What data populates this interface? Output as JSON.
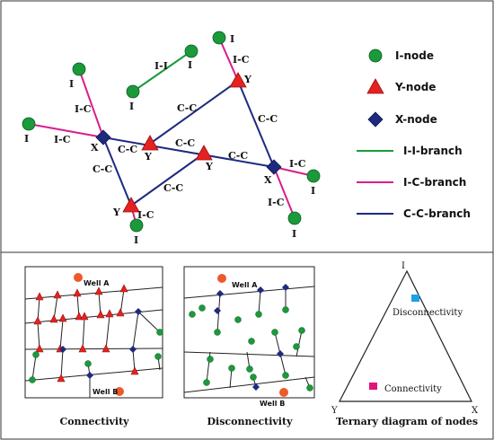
{
  "colors": {
    "i_node": "#1a9a3a",
    "y_node": "#e52220",
    "x_node": "#1e2a80",
    "ii_branch": "#1a9a3a",
    "ic_branch": "#d81e8c",
    "cc_branch": "#1e2a80",
    "well": "#ee5a2a",
    "disconnectivity": "#1ea0e6",
    "connectivity": "#e0147a"
  },
  "legend": {
    "i_node": "I-node",
    "y_node": "Y-node",
    "x_node": "X-node",
    "ii_branch": "I-I-branch",
    "ic_branch": "I-C-branch",
    "cc_branch": "C-C-branch"
  },
  "top": {
    "labels": {
      "I": "I",
      "Y": "Y",
      "X": "X",
      "II": "I-I",
      "IC": "I-C",
      "CC": "C-C"
    }
  },
  "bottom": {
    "well_a": "Well A",
    "well_b": "Well B",
    "caption_connectivity": "Connectivity",
    "caption_disconnectivity": "Disconnectivity",
    "caption_ternary": "Ternary diagram of nodes",
    "ternary": {
      "apex_i": "I",
      "apex_y": "Y",
      "apex_x": "X",
      "disconnectivity": "Disconnectivity",
      "connectivity": "Connectivity"
    }
  }
}
